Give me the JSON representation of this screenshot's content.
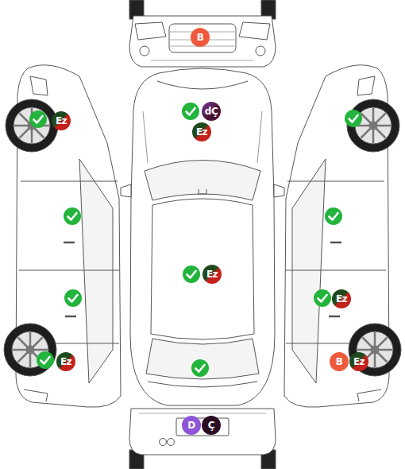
{
  "diagram": {
    "nodes": [
      {
        "text": [
          "B"
        ]
      },
      {
        "text": [
          "dÇ"
        ]
      },
      {
        "text": [
          "Ez"
        ]
      },
      {
        "text": [
          "Ez"
        ]
      },
      {
        "text": [
          "Ez"
        ]
      },
      {
        "text": [
          "Ez"
        ]
      },
      {
        "text": [
          "Ez"
        ]
      },
      {
        "text": [
          "B"
        ]
      },
      {
        "text": [
          "Ez"
        ]
      },
      {
        "text": [
          "D"
        ]
      },
      {
        "text": [
          "Ç"
        ]
      }
    ],
    "edges": []
  }
}
